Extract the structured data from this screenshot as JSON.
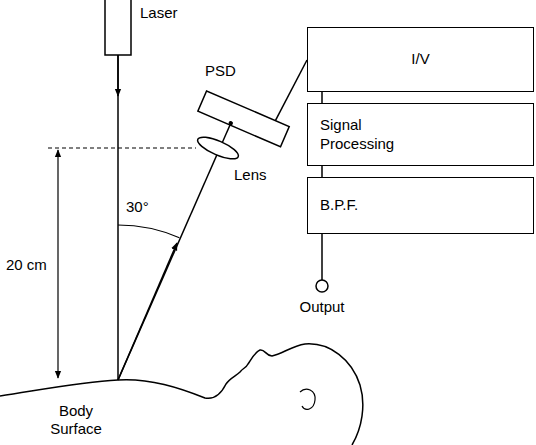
{
  "diagram": {
    "nodes": [
      {
        "text": [
          "I/V"
        ]
      },
      {
        "text": [
          "Signal Processing"
        ]
      },
      {
        "text": [
          "B.P.F."
        ]
      }
    ],
    "edges": [
      {
        "from": 0,
        "to": 1,
        "arrow": "none"
      },
      {
        "from": 1,
        "to": 2,
        "arrow": "none"
      }
    ],
    "labels": [
      "Laser",
      "PSD",
      "Lens",
      "20 cm",
      "30°",
      "Body Surface",
      "Output"
    ]
  }
}
